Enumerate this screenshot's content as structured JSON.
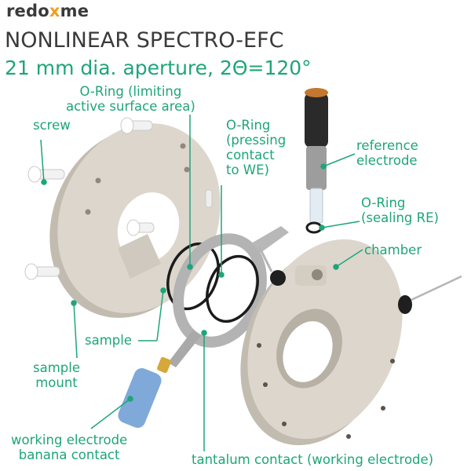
{
  "header": {
    "logo_text": "redoxme",
    "title": "NONLINEAR SPECTRO-EFC",
    "subtitle": "21 mm dia. aperture, 2Θ=120°"
  },
  "labels": {
    "oring_limiting_1": "O-Ring (limiting",
    "oring_limiting_2": "active surface area)",
    "screw": "screw",
    "oring_pressing_1": "O-Ring",
    "oring_pressing_2": "(pressing",
    "oring_pressing_3": "contact",
    "oring_pressing_4": "to WE)",
    "reference_1": "reference",
    "reference_2": "electrode",
    "oring_sealing_1": "O-Ring",
    "oring_sealing_2": "(sealing RE)",
    "chamber": "chamber",
    "sample": "sample",
    "sample_mount_1": "sample",
    "sample_mount_2": "mount",
    "working_banana_1": "working electrode",
    "working_banana_2": "banana contact",
    "tantalum": "tantalum contact (working electrode)"
  },
  "colors": {
    "accent": "#1ea57a",
    "text_dark": "#3a3a3a",
    "logo_dot": "#f0a020",
    "part_body": "#dcd6cc",
    "part_shadow": "#c2bbb0",
    "metal": "#b8b8b8",
    "banana": "#7fa9d8"
  }
}
